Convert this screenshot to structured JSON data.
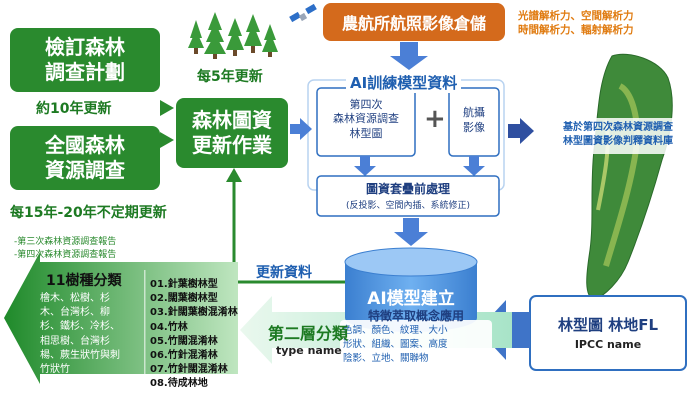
{
  "top": {
    "imagery_store": "農航所航照影像倉儲",
    "analysis_line1": "光譜解析力、空間解析力",
    "analysis_line2": "時間解析力、輻射解析力",
    "every5": "每5年更新"
  },
  "left": {
    "plan_line1": "檢訂森林",
    "plan_line2": "調查計劃",
    "plan_freq": "約10年更新",
    "survey_line1": "全國森林",
    "survey_line2": "資源調查",
    "survey_freq": "每15年-20年不定期更新",
    "report1": "-第三次森林資源調查報告",
    "report2": "-第四次森林資源調查報告"
  },
  "center": {
    "update_line1": "森林圖資",
    "update_line2": "更新作業",
    "ai_title": "AI訓練模型資料",
    "card1": [
      "第四次",
      "森林資源調查",
      "林型圖"
    ],
    "plus": "+",
    "card2": [
      "航攝",
      "影像"
    ],
    "preprocess_title": "圖資套疊前處理",
    "preprocess_sub": "(反投影、空間內插、系統修正)",
    "update_data": "更新資料",
    "model_title": "AI模型建立",
    "model_sub": "特徵萃取概念應用",
    "features": [
      "色調、顏色、紋理、大小",
      "形狀、組織、圖案、高度",
      "陰影、立地、關聯物"
    ]
  },
  "right": {
    "db_line1": "基於第四次森林資源調查",
    "db_line2": "林型圖資影像判釋資料庫",
    "fl_title": "林型圖 林地FL",
    "fl_sub": "IPCC name"
  },
  "bottom": {
    "second_layer": "第二層分類",
    "type_name": "type name",
    "eleven_title": "11樹種分類",
    "eleven_list": [
      "檜木、松樹、杉",
      "木、台灣杉、柳",
      "杉、鐵杉、冷杉、",
      "相思樹、台灣杉",
      "楊、蕨生狀竹與刺",
      "竹狀竹"
    ],
    "classes": [
      "01.針葉樹林型",
      "02.闊葉樹林型",
      "03.針闊葉樹混淆林",
      "04.竹林",
      "05.竹闊混淆林",
      "06.竹針混淆林",
      "07.竹針闊混淆林",
      "08.待成林地"
    ]
  },
  "colors": {
    "green": "#2a8a2e",
    "blue": "#2f6fc0",
    "orange": "#d46a1c"
  }
}
